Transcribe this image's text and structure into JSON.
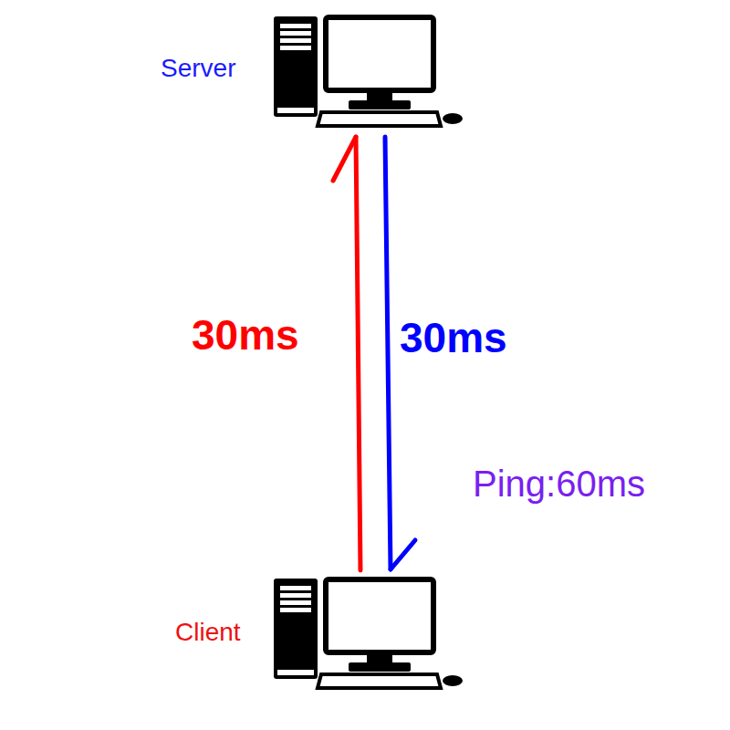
{
  "diagram": {
    "nodes": [
      {
        "text": [
          "Server"
        ]
      },
      {
        "text": [
          "Client"
        ]
      }
    ],
    "edges": [
      {
        "from": 1,
        "to": 0,
        "arrow": "to",
        "label": "30ms"
      },
      {
        "from": 0,
        "to": 1,
        "arrow": "to",
        "label": "30ms"
      }
    ],
    "labels": [
      "Ping:60ms"
    ]
  }
}
